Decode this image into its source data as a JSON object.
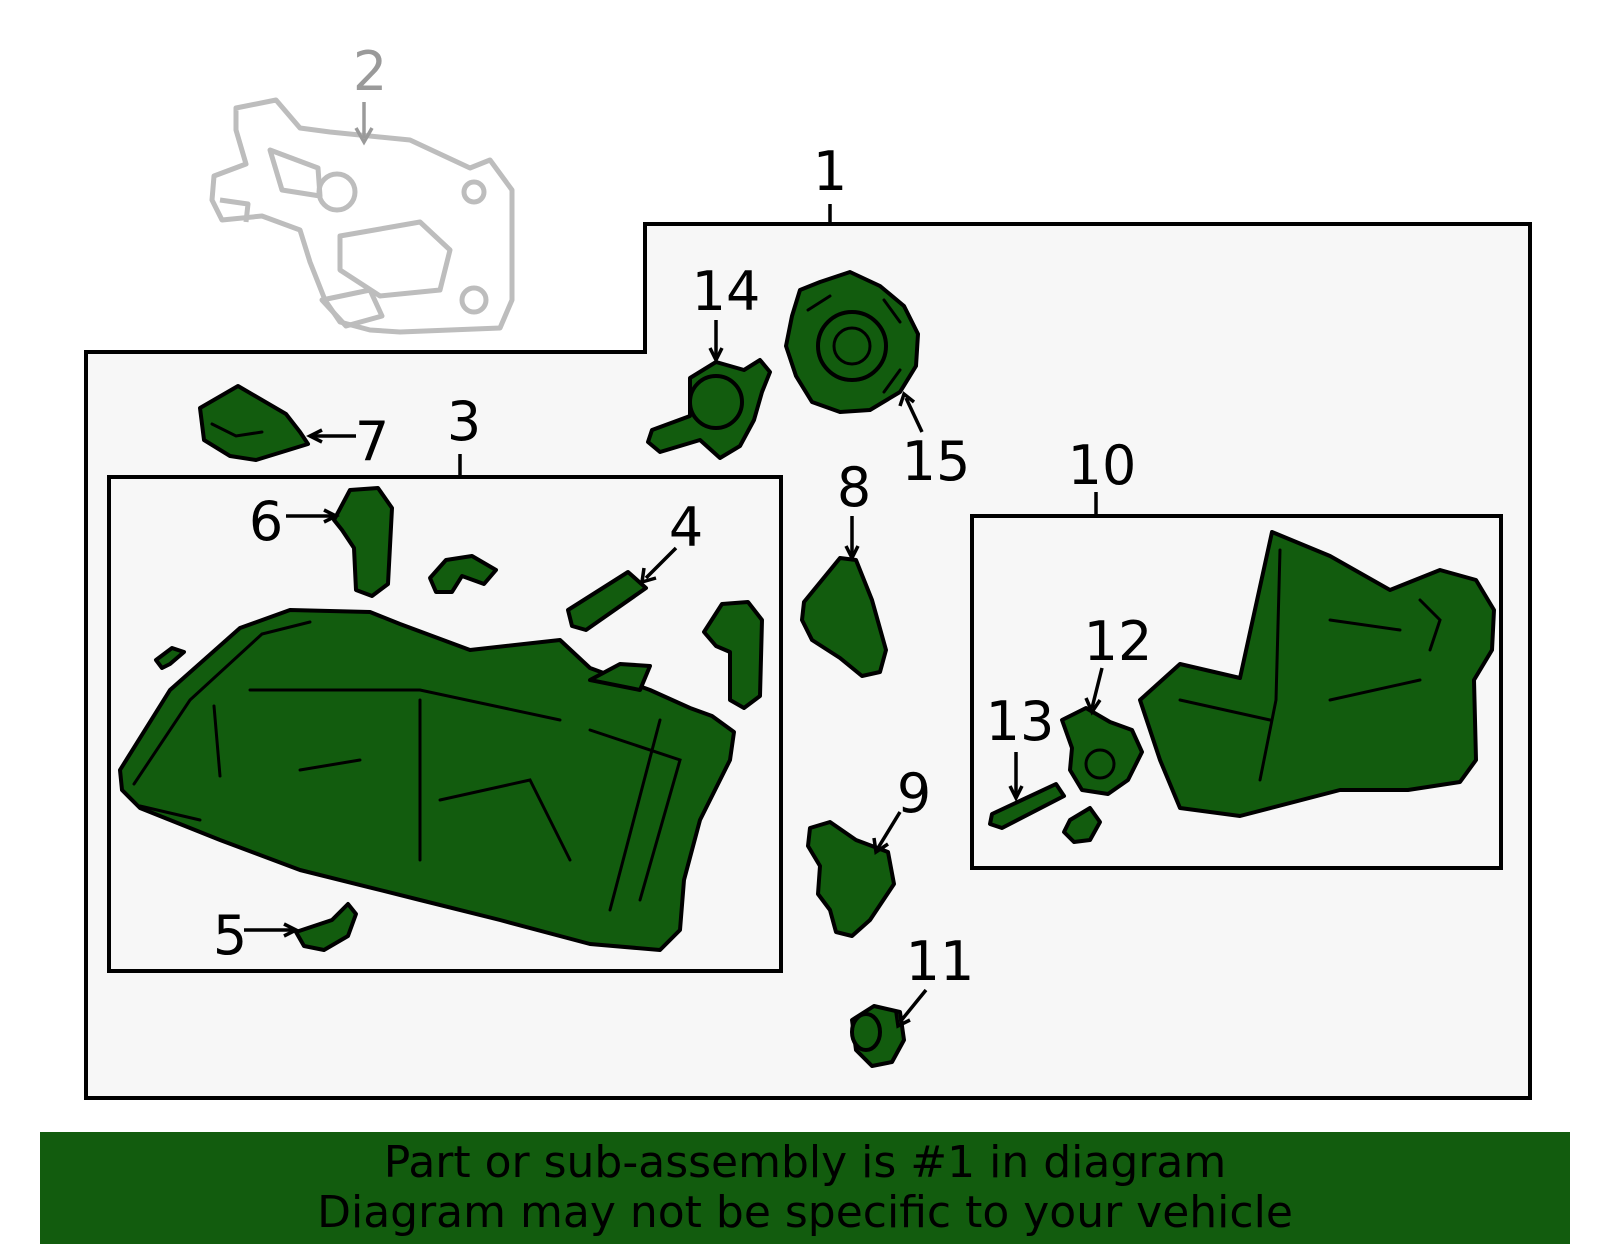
{
  "callouts": {
    "c1": "1",
    "c2": "2",
    "c3": "3",
    "c4": "4",
    "c5": "5",
    "c6": "6",
    "c7": "7",
    "c8": "8",
    "c9": "9",
    "c10": "10",
    "c11": "11",
    "c12": "12",
    "c13": "13",
    "c14": "14",
    "c15": "15"
  },
  "colors": {
    "part_fill": "#125c0e",
    "banner": "#125c0e",
    "box_fill": "#f7f7f7",
    "ghost": "#bdbdbd"
  },
  "banner": {
    "line1": "Part or sub-assembly is #1 in diagram",
    "line2": "Diagram may not be specific to your vehicle"
  }
}
